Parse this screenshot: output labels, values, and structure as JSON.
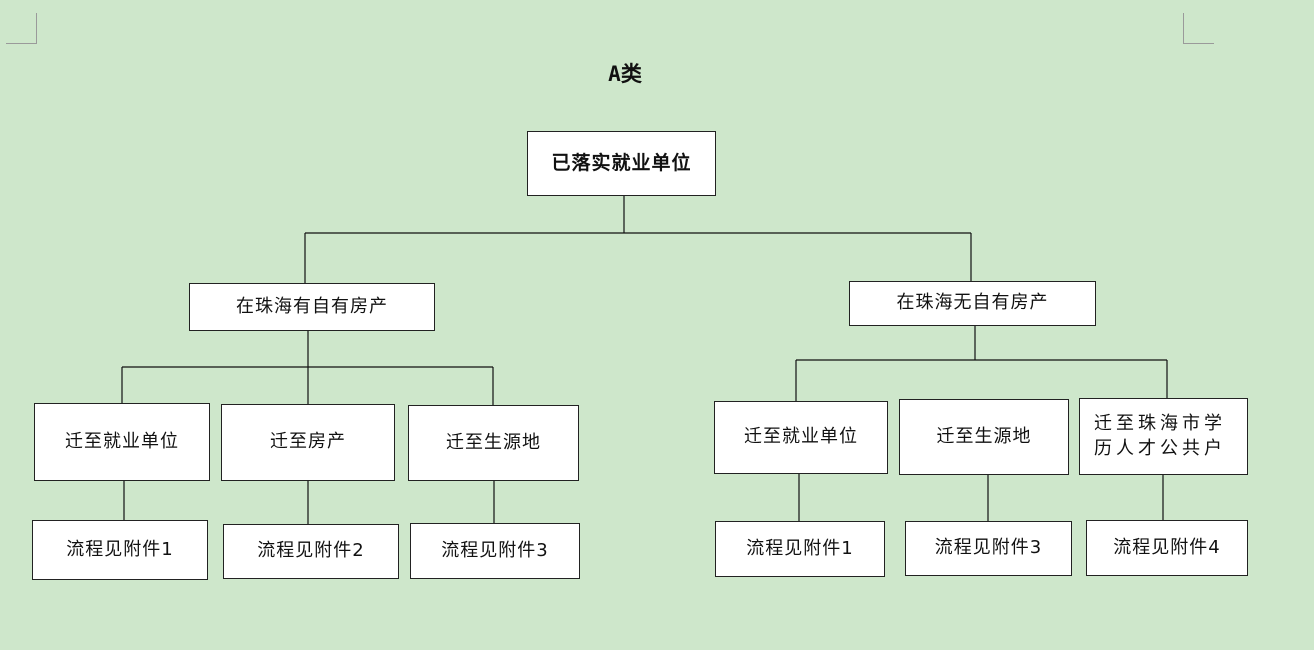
{
  "title": "A类",
  "root": {
    "label": "已落实就业单位"
  },
  "branches": [
    {
      "label": "在珠海有自有房产",
      "children": [
        {
          "label": "迁至就业单位",
          "result": "流程见附件1"
        },
        {
          "label": "迁至房产",
          "result": "流程见附件2"
        },
        {
          "label": "迁至生源地",
          "result": "流程见附件3"
        }
      ]
    },
    {
      "label": "在珠海无自有房产",
      "children": [
        {
          "label": "迁至就业单位",
          "result": "流程见附件1"
        },
        {
          "label": "迁至生源地",
          "result": "流程见附件3"
        },
        {
          "label": "迁至珠海市学历人才公共户",
          "label_lines": [
            "迁至珠海市学",
            "历人才公共户"
          ],
          "result": "流程见附件4"
        }
      ]
    }
  ]
}
